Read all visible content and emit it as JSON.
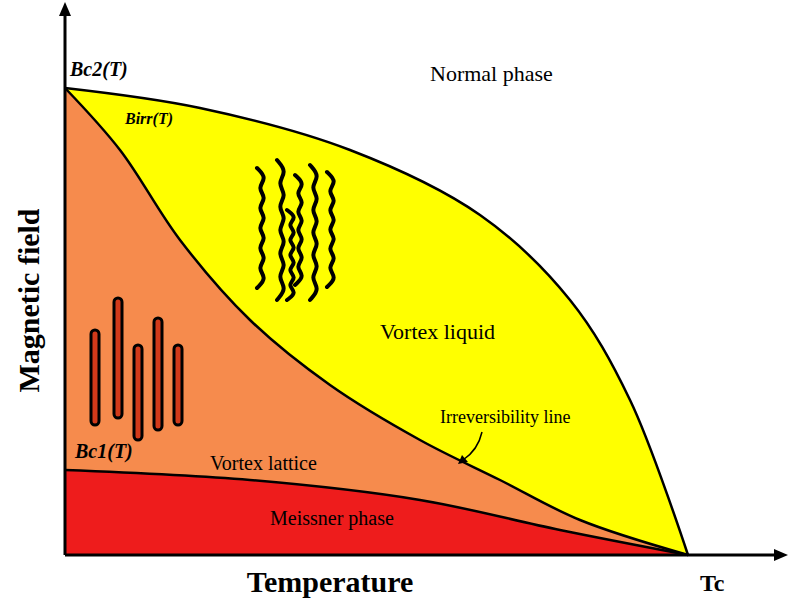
{
  "diagram": {
    "labels": [
      "Bc2(T)",
      "Birr(T)",
      "Normal phase",
      "Vortex liquid",
      "Irreversibility line",
      "Bc1(T)",
      "Vortex lattice",
      "Meissner phase",
      "Magnetic field",
      "Temperature",
      "Tc"
    ]
  }
}
